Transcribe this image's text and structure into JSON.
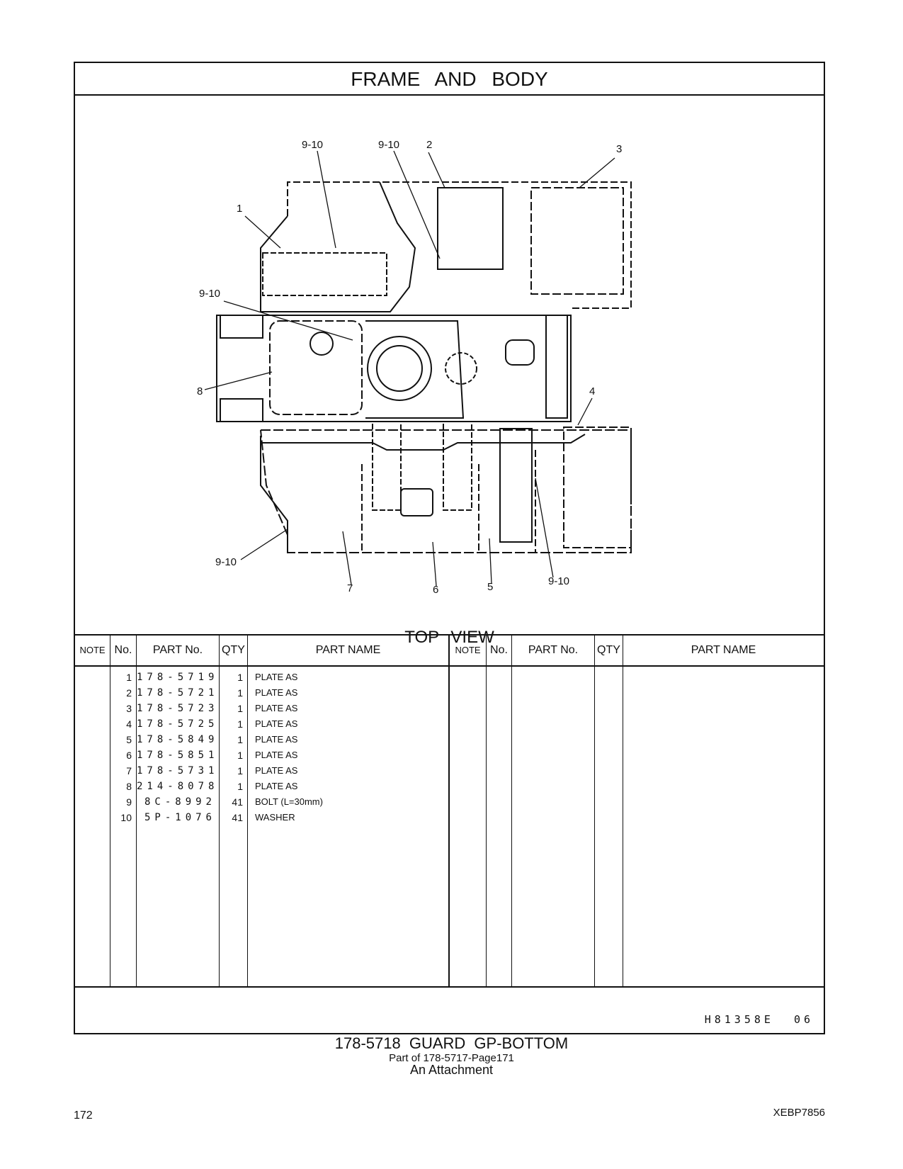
{
  "header": {
    "title": "FRAME AND BODY"
  },
  "drawing": {
    "view_label": "TOP VIEW",
    "callouts": {
      "c1": "9-10",
      "c2": "9-10",
      "c3": "2",
      "c4": "3",
      "c5": "1",
      "c6": "9-10",
      "c7": "8",
      "c8": "4",
      "c9": "9-10",
      "c10": "7",
      "c11": "6",
      "c12": "5",
      "c13": "9-10"
    }
  },
  "table": {
    "headers": {
      "note": "NOTE",
      "no": "No.",
      "part_no": "PART No.",
      "qty": "QTY",
      "part_name": "PART NAME"
    },
    "rows": [
      {
        "no": "1",
        "part_no": "178-5719",
        "qty": "1",
        "name": "PLATE  AS"
      },
      {
        "no": "2",
        "part_no": "178-5721",
        "qty": "1",
        "name": "PLATE  AS"
      },
      {
        "no": "3",
        "part_no": "178-5723",
        "qty": "1",
        "name": "PLATE  AS"
      },
      {
        "no": "4",
        "part_no": "178-5725",
        "qty": "1",
        "name": "PLATE  AS"
      },
      {
        "no": "5",
        "part_no": "178-5849",
        "qty": "1",
        "name": "PLATE  AS"
      },
      {
        "no": "6",
        "part_no": "178-5851",
        "qty": "1",
        "name": "PLATE  AS"
      },
      {
        "no": "7",
        "part_no": "178-5731",
        "qty": "1",
        "name": "PLATE  AS"
      },
      {
        "no": "8",
        "part_no": "214-8078",
        "qty": "1",
        "name": "PLATE  AS"
      },
      {
        "no": "9",
        "part_no": "8C-8992",
        "qty": "41",
        "name": "BOLT (L=30mm)"
      },
      {
        "no": "10",
        "part_no": "5P-1076",
        "qty": "41",
        "name": "WASHER"
      }
    ]
  },
  "footer": {
    "illustration_code": "H81358E",
    "page_code": "06"
  },
  "caption": {
    "line1": "178-5718  GUARD  GP-BOTTOM",
    "line2": "Part of 178-5717-Page171",
    "line3": "An Attachment"
  },
  "page": {
    "number": "172",
    "doc_code": "XEBP7856"
  }
}
